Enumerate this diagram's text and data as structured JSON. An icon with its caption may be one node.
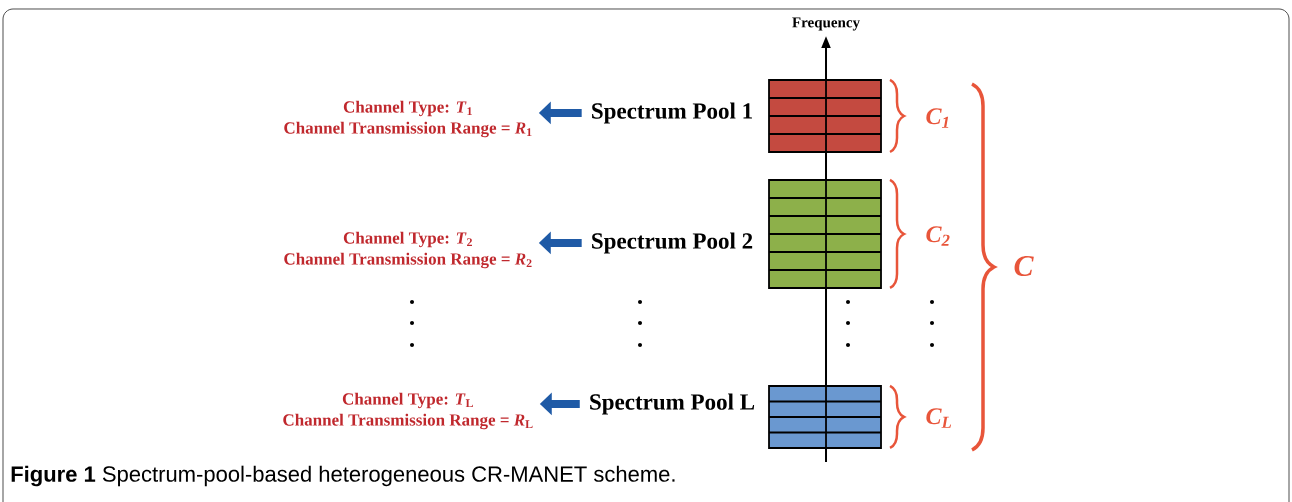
{
  "diagram": {
    "caption": "**Figure 1** Spectrum-pool-based heterogeneous CR-MANET scheme.",
    "nodes": [
      {
        "text": [
          "Channel Type: *T*$_{1}$",
          "Channel Transmission Range = *R*$_{1}$"
        ]
      },
      {
        "text": [
          "Spectrum Pool 1"
        ]
      },
      {
        "text": [
          "Channel Type: *T*$_{2}$",
          "Channel Transmission Range = *R*$_{2}$"
        ]
      },
      {
        "text": [
          "Spectrum Pool 2"
        ]
      },
      {
        "text": [
          "Channel Type: *T*$_{L}$",
          "Channel Transmission Range = *R*$_{L}$"
        ]
      },
      {
        "text": [
          "Spectrum Pool L"
        ]
      }
    ],
    "edges": [
      {
        "from": 1,
        "to": 0,
        "arrow": "to"
      },
      {
        "from": 3,
        "to": 2,
        "arrow": "to"
      },
      {
        "from": 5,
        "to": 4,
        "arrow": "to"
      }
    ],
    "labels": [
      "Frequency",
      "C$_{1}$",
      "C$_{2}$",
      "C",
      "C$_{L}$"
    ]
  }
}
